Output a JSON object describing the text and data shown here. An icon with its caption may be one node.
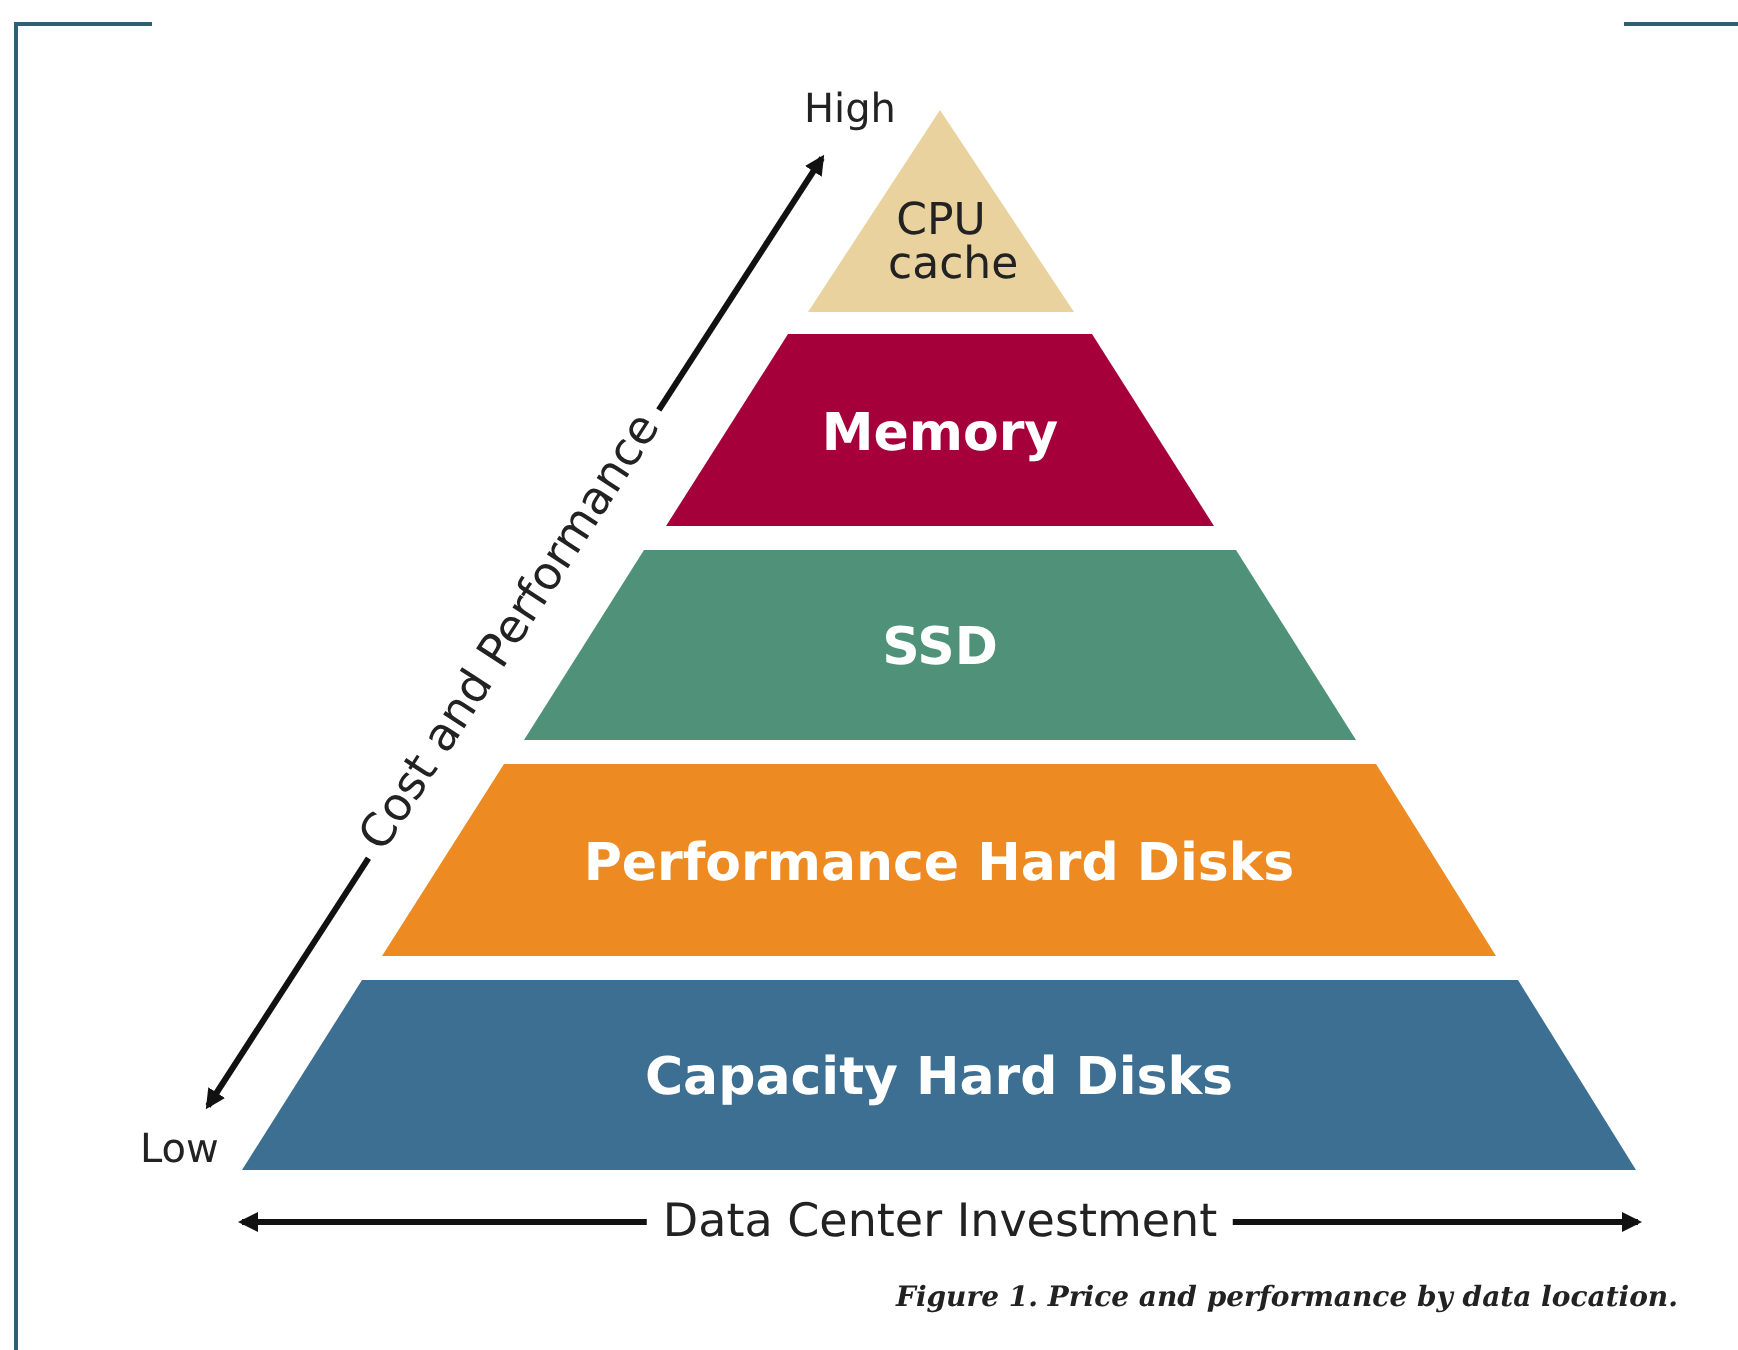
{
  "diagram": {
    "caption": "Figure 1. Price and performance by data location.",
    "nodes": [
      {
        "text": [
          "CPU cache"
        ]
      },
      {
        "text": [
          "Memory"
        ]
      },
      {
        "text": [
          "SSD"
        ]
      },
      {
        "text": [
          "Performance Hard Disks"
        ]
      },
      {
        "text": [
          "Capacity Hard Disks"
        ]
      }
    ],
    "labels": [
      "High",
      "Low",
      "Cost and Performance",
      "Data Center Investment"
    ]
  }
}
